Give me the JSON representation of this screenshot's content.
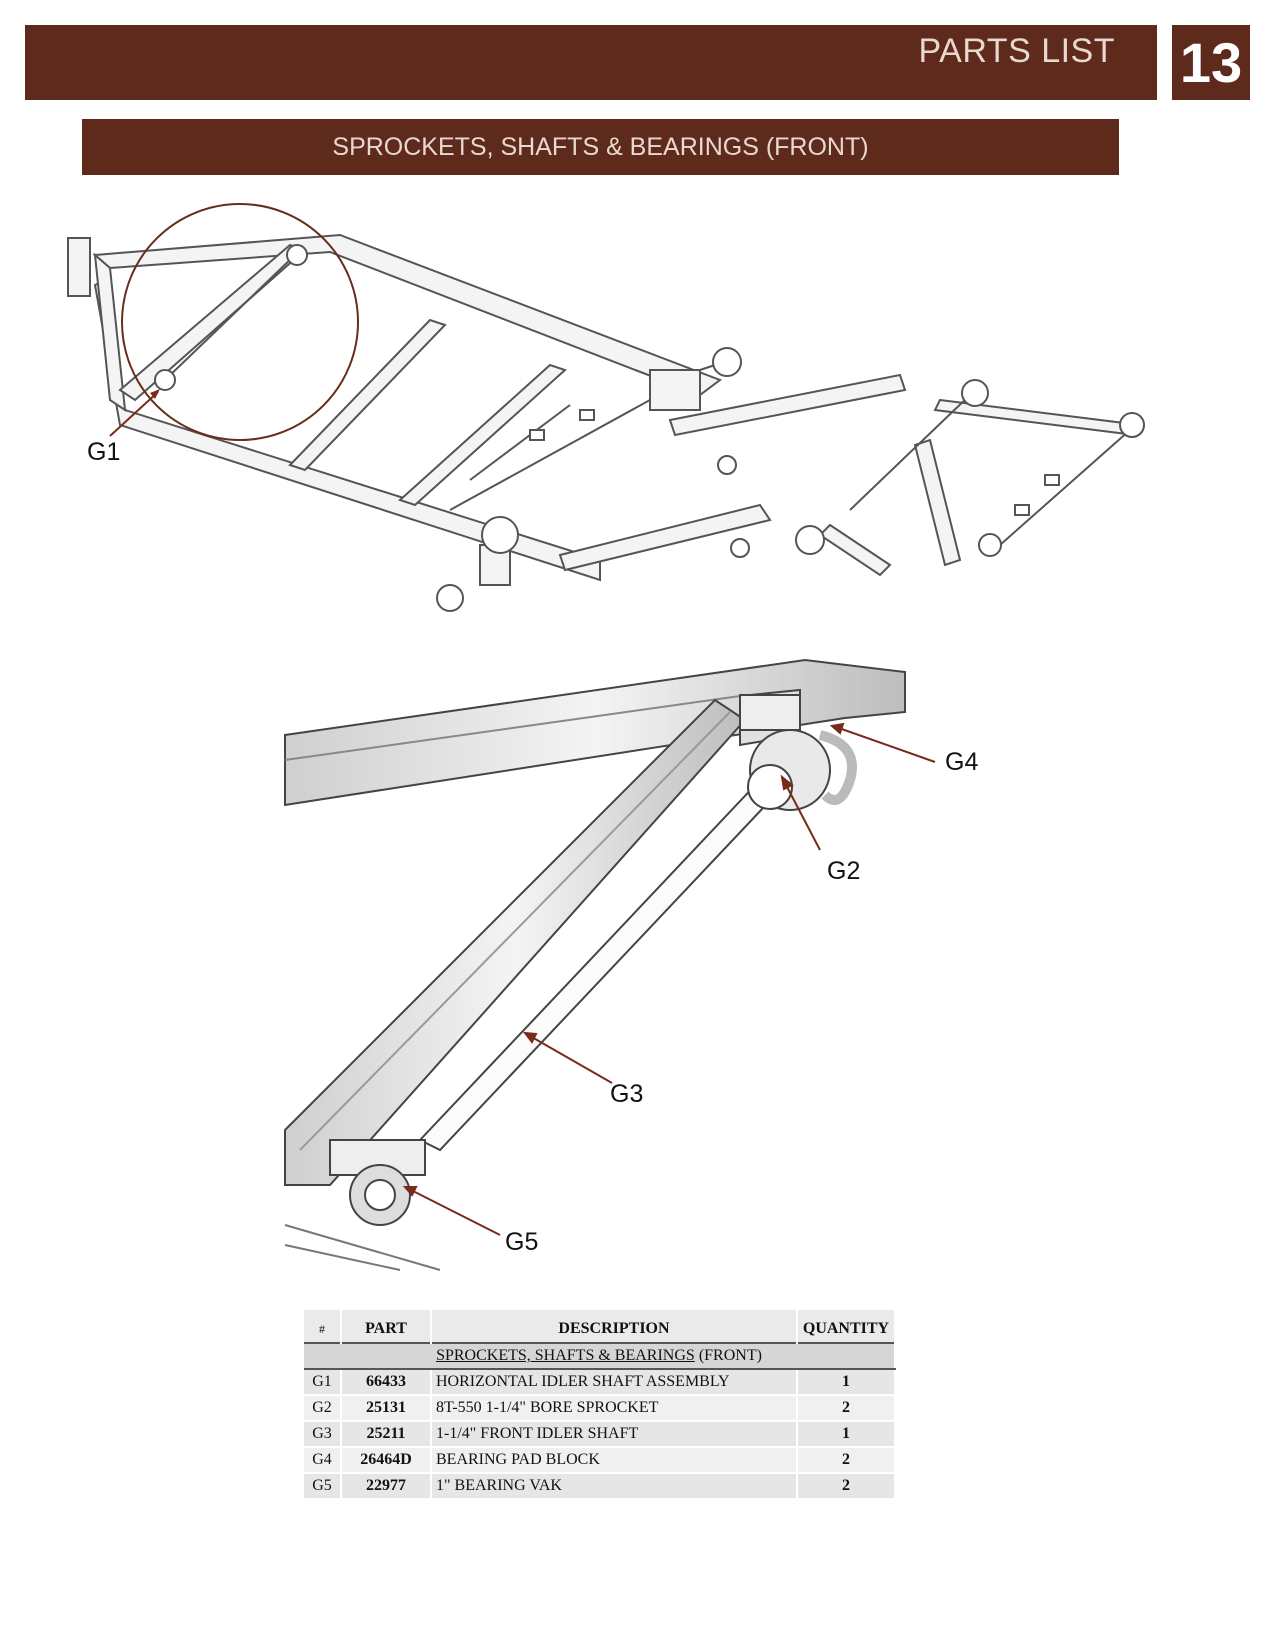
{
  "header": {
    "title": "PARTS LIST",
    "page_number": "13"
  },
  "section": {
    "title": "SPROCKETS, SHAFTS & BEARINGS (FRONT)"
  },
  "callouts": {
    "g1": "G1",
    "g2": "G2",
    "g3": "G3",
    "g4": "G4",
    "g5": "G5"
  },
  "table": {
    "headers": {
      "num": "#",
      "part": "PART",
      "description": "DESCRIPTION",
      "quantity": "QUANTITY"
    },
    "subheader": {
      "underlined": "SPROCKETS, SHAFTS & BEARINGS",
      "rest": " (FRONT)"
    },
    "rows": [
      {
        "num": "G1",
        "part": "66433",
        "description": "HORIZONTAL IDLER SHAFT ASSEMBLY",
        "quantity": "1"
      },
      {
        "num": "G2",
        "part": "25131",
        "description": "8T-550 1-1/4\" BORE SPROCKET",
        "quantity": "2"
      },
      {
        "num": "G3",
        "part": "25211",
        "description": "1-1/4\" FRONT IDLER SHAFT",
        "quantity": "1"
      },
      {
        "num": "G4",
        "part": "26464D",
        "description": "BEARING PAD BLOCK",
        "quantity": "2"
      },
      {
        "num": "G5",
        "part": "22977",
        "description": "1\" BEARING VAK",
        "quantity": "2"
      }
    ]
  },
  "colors": {
    "brand": "#5e2a1c",
    "header_text": "#e8d8cf",
    "callout_line": "#7a2a1a"
  }
}
